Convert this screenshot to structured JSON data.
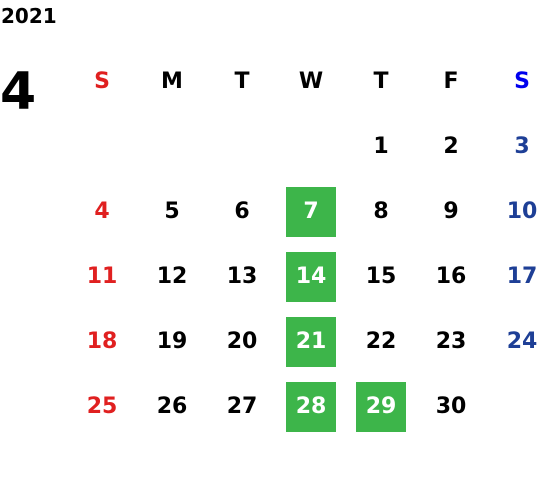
{
  "year": "2021",
  "month": "4",
  "weekdays": [
    "S",
    "M",
    "T",
    "W",
    "T",
    "F",
    "S"
  ],
  "weeks": [
    [
      "",
      "",
      "",
      "",
      "1",
      "2",
      "3"
    ],
    [
      "4",
      "5",
      "6",
      "7",
      "8",
      "9",
      "10"
    ],
    [
      "11",
      "12",
      "13",
      "14",
      "15",
      "16",
      "17"
    ],
    [
      "18",
      "19",
      "20",
      "21",
      "22",
      "23",
      "24"
    ],
    [
      "25",
      "26",
      "27",
      "28",
      "29",
      "30",
      ""
    ]
  ],
  "highlighted_days": [
    "7",
    "14",
    "21",
    "28",
    "29"
  ],
  "colors": {
    "sunday": "#e02020",
    "saturday_header": "#0000ee",
    "saturday": "#1e3f96",
    "highlight": "#3db54a"
  }
}
